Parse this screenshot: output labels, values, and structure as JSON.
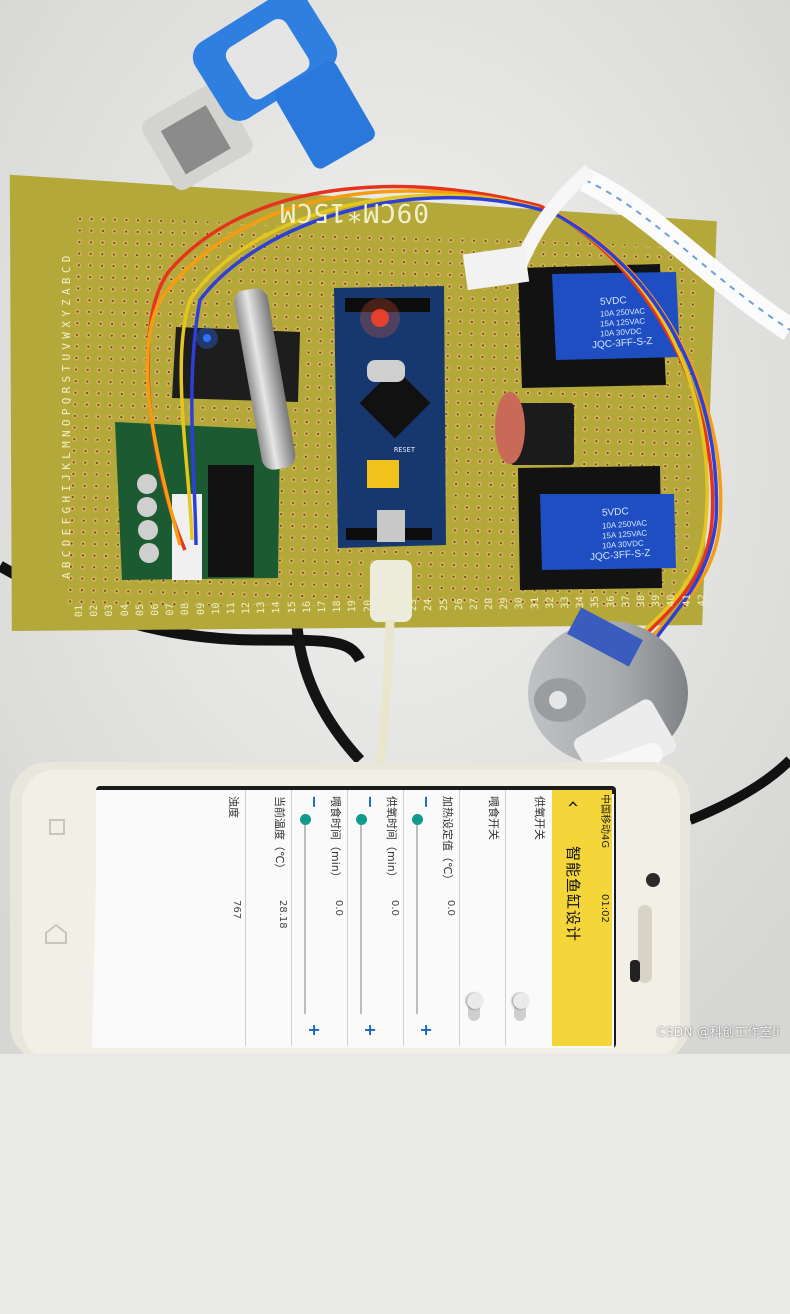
{
  "board": {
    "label": "09CM*15CM",
    "row_letters": "ABCDEFGHIJKLMNOPQRSTUVWXYZABCD",
    "column_numbers": [
      "01",
      "02",
      "03",
      "04",
      "05",
      "06",
      "07",
      "08",
      "09",
      "10",
      "11",
      "12",
      "13",
      "14",
      "15",
      "16",
      "17",
      "18",
      "19",
      "20",
      "21",
      "22",
      "23",
      "24",
      "25",
      "26",
      "27",
      "28",
      "29",
      "30",
      "31",
      "32",
      "33",
      "34",
      "35",
      "36",
      "37",
      "38",
      "39",
      "40",
      "41",
      "42"
    ],
    "relay_top": {
      "brand": "5VDC",
      "lines": [
        "10A 250VAC",
        "15A 125VAC",
        "10A 30VDC"
      ],
      "model": "JQC-3FF-S-Z"
    },
    "relay_bottom": {
      "brand": "5VDC",
      "lines": [
        "10A 250VAC",
        "15A 125VAC",
        "10A 30VDC"
      ],
      "model": "JQC-3FF-S-Z"
    },
    "mcu_label": "RESET"
  },
  "phone": {
    "status_left": "中国移动4G",
    "status_right": "01:02",
    "back_icon": "arrow-left-icon",
    "title": "智能鱼缸设计",
    "rows": [
      {
        "label": "供氧开关",
        "type": "toggle"
      },
      {
        "label": "喂食开关",
        "type": "toggle"
      },
      {
        "label": "加热设定值（℃）",
        "type": "slider",
        "value": "0.0"
      },
      {
        "label": "供氧时间（min）",
        "type": "slider",
        "value": "0.0"
      },
      {
        "label": "喂食时间（min）",
        "type": "slider",
        "value": "0.0"
      },
      {
        "label": "当前温度（℃）",
        "type": "value",
        "value": "28.18"
      },
      {
        "label": "浊度",
        "type": "value",
        "value": "767"
      }
    ],
    "stepper_minus": "−",
    "stepper_plus": "+"
  },
  "watermark": "CSDN @科创工作室li",
  "colors": {
    "pcb": "#b7a935",
    "mcu_board": "#17386e",
    "relay_blue": "#1f4ec2",
    "app_bar": "#f4d63a",
    "accent_teal": "#129a8c",
    "accent_blue": "#1565c0"
  }
}
